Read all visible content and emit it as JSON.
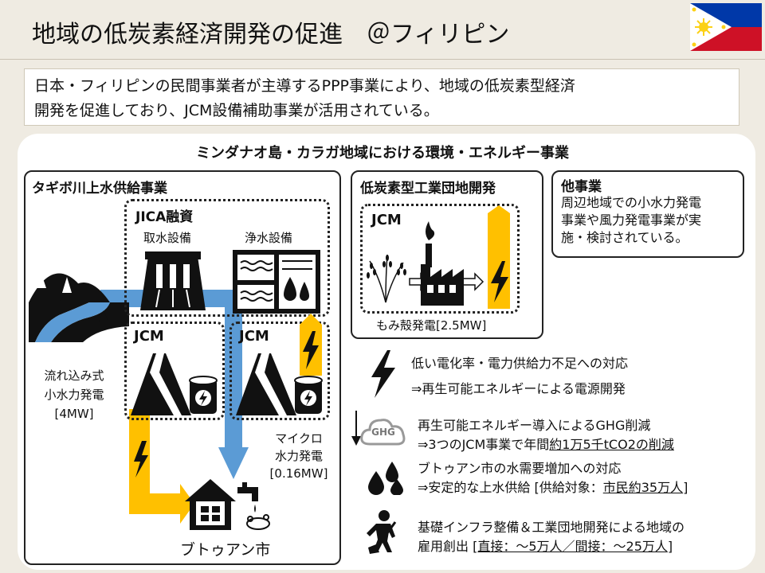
{
  "header": {
    "title": "地域の低炭素経済開発の促進　＠フィリピン"
  },
  "summary": {
    "line1": "日本・フィリピンの民間事業者が主導するPPP事業により、地域の低炭素型経済",
    "line2": "開発を促進しており、JCM設備補助事業が活用されている。"
  },
  "panel": {
    "title": "ミンダナオ島・カラガ地域における環境・エネルギー事業"
  },
  "water_project": {
    "title": "タギボ川上水供給事業",
    "jica_label": "JICA融資",
    "intake_label": "取水設備",
    "purification_label": "浄水設備",
    "jcm_left_label": "JCM",
    "jcm_right_label": "JCM",
    "hydro_line1": "流れ込み式",
    "hydro_line2": "小水力発電",
    "hydro_capacity": "[4MW]",
    "micro_line1": "マイクロ",
    "micro_line2": "水力発電",
    "micro_capacity": "[0.16MW]",
    "city_label": "ブトゥアン市"
  },
  "industrial_project": {
    "title": "低炭素型工業団地開発",
    "jcm_label": "JCM",
    "caption": "もみ殻発電[2.5MW]"
  },
  "other_project": {
    "title": "他事業",
    "line1": "周辺地域での小水力発電",
    "line2": "事業や風力発電事業が実",
    "line3": "施・検討されている。"
  },
  "benefits": {
    "power_line1": "低い電化率・電力供給力不足への対応",
    "power_line2": "⇒再生可能エネルギーによる電源開発",
    "ghg_icon_text": "GHG",
    "ghg_line1": "再生可能エネルギー導入によるGHG削減",
    "ghg_line2_a": "⇒3つのJCM事業で年間",
    "ghg_line2_b": "約1万5千tCO2の削減",
    "water_line1": "ブトゥアン市の水需要増加への対応",
    "water_line2_a": "⇒安定的な上水供給 [供給対象：",
    "water_line2_b": "市民約35万人",
    "water_line2_c": "]",
    "jobs_line1": "基礎インフラ整備＆工業団地開発による地域の",
    "jobs_line2_a": "雇用創出 [",
    "jobs_line2_b": "直接：～5万人／間接：～25万人",
    "jobs_line2_c": "]"
  },
  "colors": {
    "water_flow": "#5b9bd5",
    "power_flow": "#ffc000",
    "flag_blue": "#0038a8",
    "flag_red": "#ce1126",
    "flag_sun": "#fcd116",
    "background": "#efebe2"
  }
}
